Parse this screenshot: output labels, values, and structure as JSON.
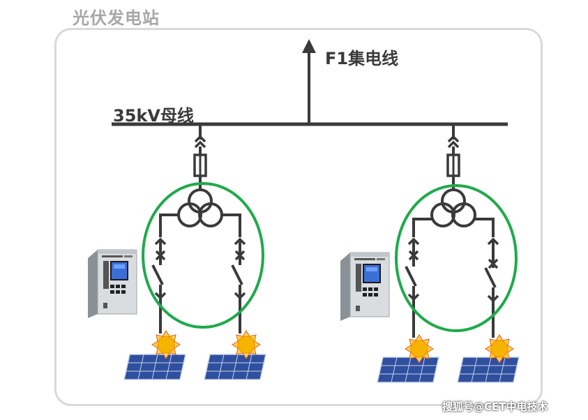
{
  "title": "光伏发电站",
  "feeder_label": "F1集电线",
  "bus_label": "35kV母线",
  "watermark": "搜狐号@CET中电技术",
  "colors": {
    "line": "#3a3a3a",
    "zone": "#1faa4a",
    "frame": "#d9d9d9",
    "title": "#a6a6a6",
    "panel": "#2f4f9f",
    "sun": "#f5b400"
  },
  "units": [
    {
      "name": "unit-left",
      "relay_icon": "protection-relay-icon"
    },
    {
      "name": "unit-right",
      "relay_icon": "protection-relay-icon"
    }
  ]
}
